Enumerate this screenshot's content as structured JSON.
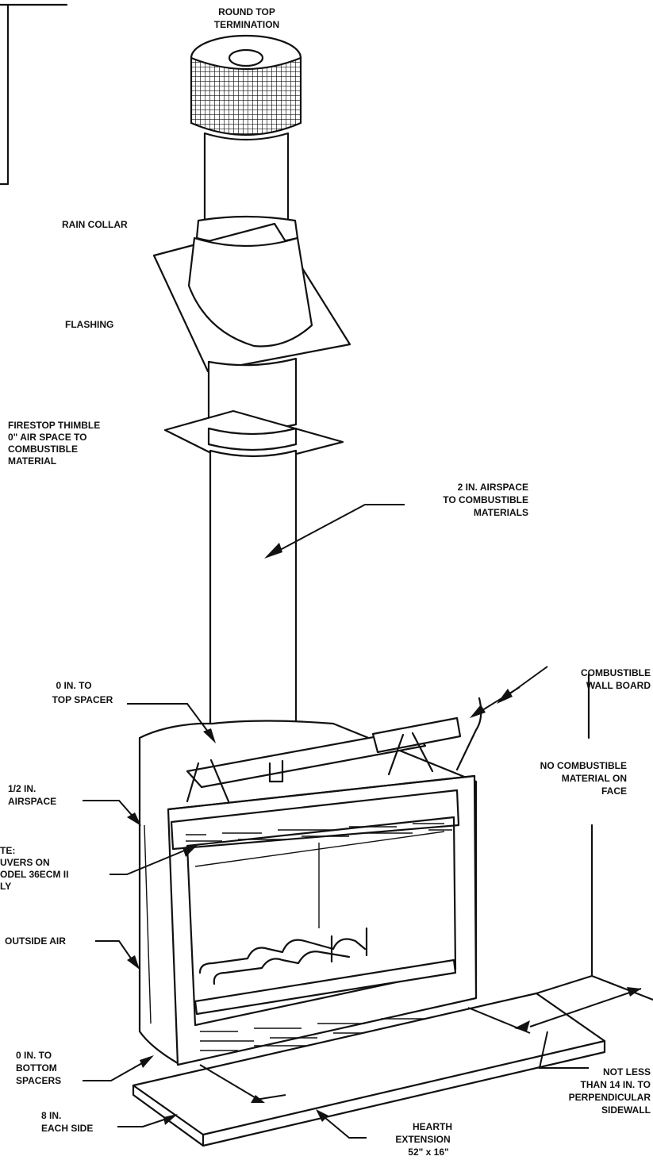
{
  "labels": {
    "round_top": [
      "ROUND TOP",
      "TERMINATION"
    ],
    "rain_collar": "RAIN COLLAR",
    "flashing": "FLASHING",
    "firestop": [
      "FIRESTOP THIMBLE",
      "0\" AIR SPACE TO",
      "COMBUSTIBLE",
      "MATERIAL"
    ],
    "airspace_2in": [
      "2 IN. AIRSPACE",
      "TO COMBUSTIBLE",
      "MATERIALS"
    ],
    "combustible_wall": [
      "COMBUSTIBLE",
      "WALL BOARD"
    ],
    "top_spacer": [
      "0 IN. TO",
      "TOP SPACER"
    ],
    "no_combustible": [
      "NO COMBUSTIBLE",
      "MATERIAL ON",
      "FACE"
    ],
    "half_in_airspace": [
      "1/2 IN.",
      "AIRSPACE"
    ],
    "note": [
      "TE:",
      "UVERS ON",
      "ODEL 36ECM II",
      "LY"
    ],
    "outside_air": "OUTSIDE AIR",
    "bottom_spacers": [
      "0 IN. TO",
      "BOTTOM",
      "SPACERS"
    ],
    "each_side": [
      "8 IN.",
      "EACH SIDE"
    ],
    "not_less": [
      "NOT LESS",
      "THAN 14 IN. TO",
      "PERPENDICULAR",
      "SIDEWALL"
    ],
    "hearth": [
      "HEARTH",
      "EXTENSION",
      "52\" x 16\""
    ]
  }
}
